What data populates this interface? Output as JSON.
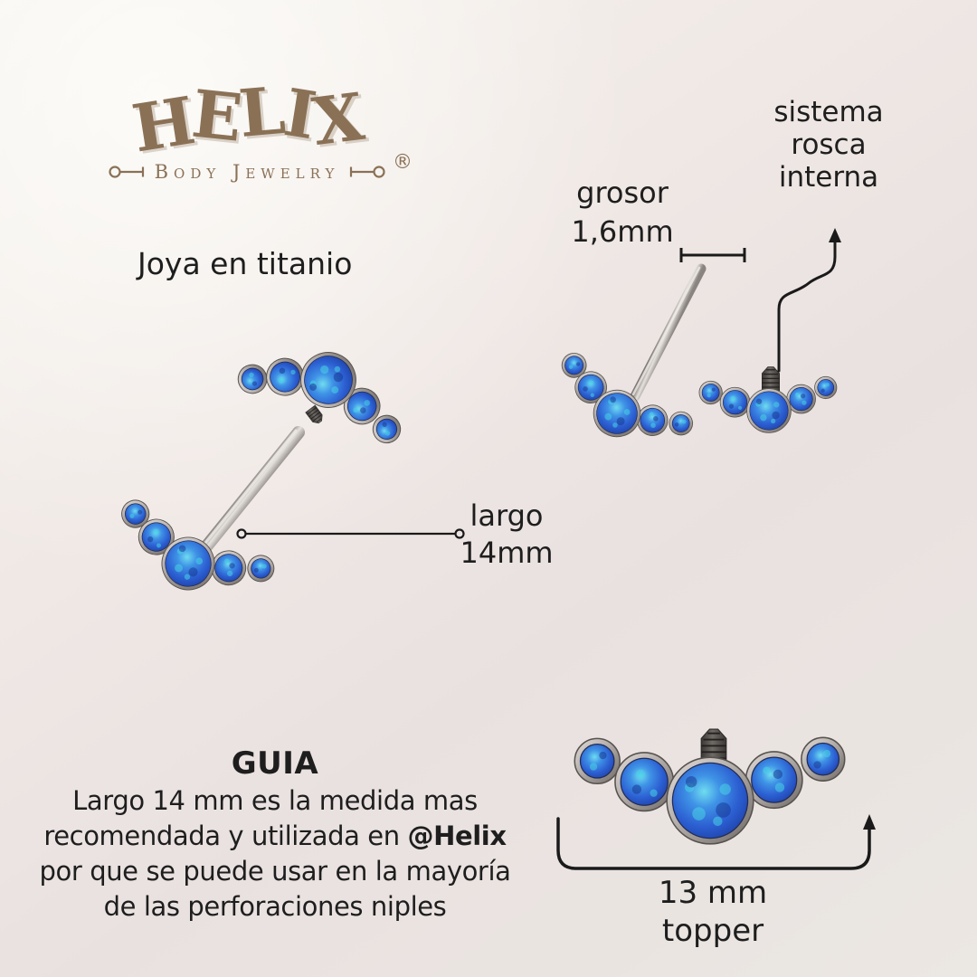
{
  "logo": {
    "letters": [
      "H",
      "E",
      "L",
      "I",
      "X"
    ],
    "registered": "®",
    "tagline": "Body Jewelry",
    "color": "#8a7156"
  },
  "labels": {
    "material": "Joya en titanio",
    "thickness_line1": "grosor",
    "thickness_line2": "1,6mm",
    "thread_line1": "sistema",
    "thread_line2": "rosca",
    "thread_line3": "interna",
    "length_line1": "largo",
    "length_line2": "14mm",
    "size_line1": "13 mm",
    "size_line2": "topper"
  },
  "guide": {
    "title": "GUIA",
    "line1": "Largo 14 mm es la medida mas",
    "line2_text": "recomendada y utilizada en ",
    "line2_bold": "@Helix",
    "line3": "por que se puede usar en la mayoría",
    "line4": "de las perforaciones niples"
  },
  "colors": {
    "text": "#1e1e1e",
    "annotation_line": "#1a1a1a",
    "logo_brown": "#8a7156",
    "opal_blue": "#2c66d4",
    "opal_cyan": "#4fd2e8",
    "opal_dark": "#1b3da6",
    "titanium_light": "#d8d3cf",
    "titanium_dark": "#817b76",
    "background_light": "#f6f3ee",
    "background_mid": "#ece3e1",
    "background_end": "#ebe7e2"
  },
  "icons": {
    "barbell": "barbell-icon"
  }
}
